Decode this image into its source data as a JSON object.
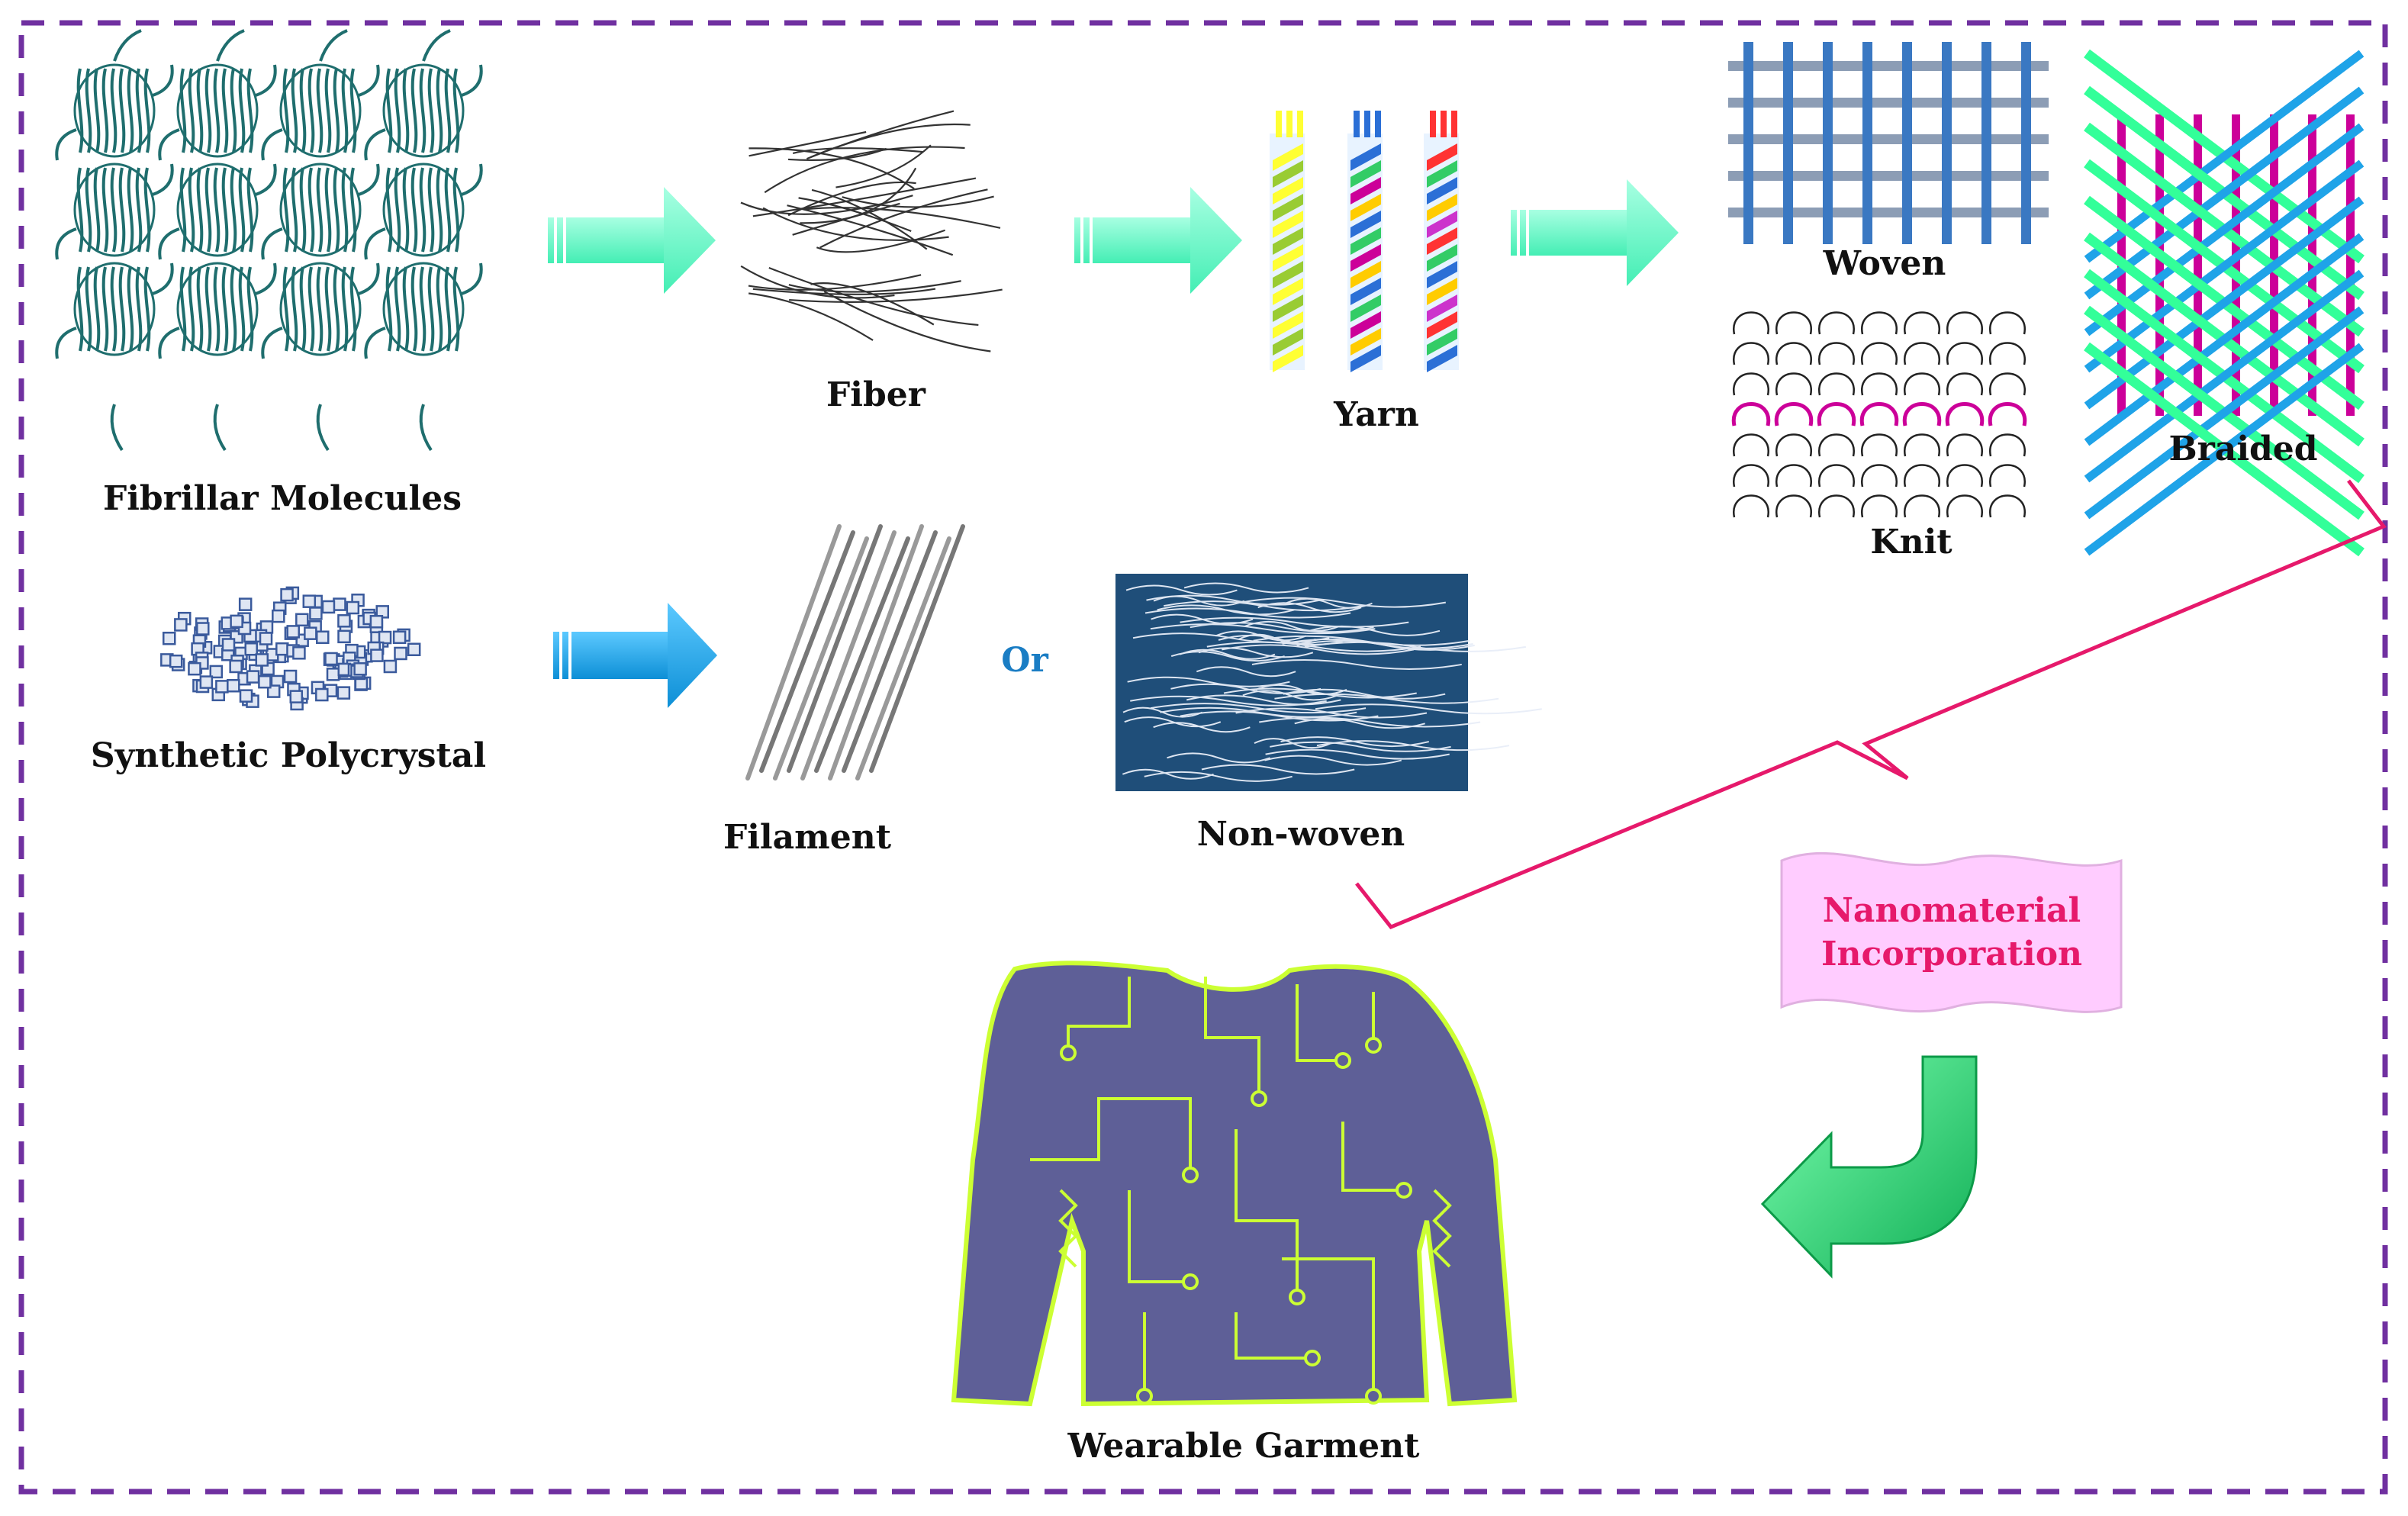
{
  "labels": {
    "fibrillar": "Fibrillar Molecules",
    "fiber": "Fiber",
    "yarn": "Yarn",
    "woven": "Woven",
    "knit": "Knit",
    "braided": "Braided",
    "synthetic": "Synthetic Polycrystal",
    "filament": "Filament",
    "or": "Or",
    "nonwoven": "Non-woven",
    "nano_line1": "Nanomaterial",
    "nano_line2": "Incorporation",
    "garment": "Wearable Garment"
  },
  "colors": {
    "frame": "#7030A0",
    "teal": "#1f6e6e",
    "mint_arrow": "#66ffcc",
    "blue_arrow": "#1aa3e8",
    "or_text": "#1a7dc4",
    "brace": "#e6196b",
    "nano_bg": "#ffccff",
    "nano_text": "#e6196b",
    "garment_fill": "#5e5f97",
    "circuit": "#ccff33",
    "green_arrow": "#2ecc71",
    "nonwoven_bg": "#1f4e79",
    "woven_blue": "#3a78c2",
    "woven_grey": "#8c9db5",
    "knit_magenta": "#cc0099",
    "braid_magenta": "#cc0099",
    "braid_green": "#33ff99",
    "braid_blue": "#1fa3e8"
  },
  "icons": [
    "mint-arrow-icon",
    "blue-arrow-icon",
    "curved-green-arrow-icon"
  ]
}
